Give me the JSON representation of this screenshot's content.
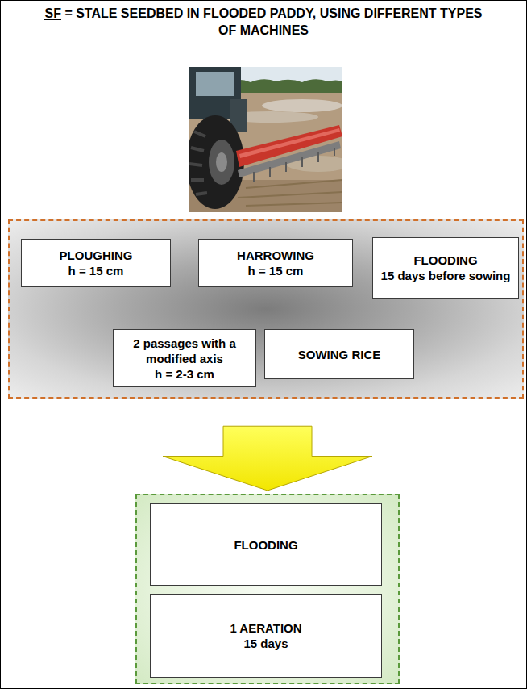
{
  "diagram": {
    "title": "SF = STALE SEEDBED IN FLOODED PADDY, USING DIFFERENT TYPES OF MACHINES",
    "nodes": [
      {
        "text": []
      },
      {
        "text": [
          "PLOUGHING",
          "h = 15 cm"
        ],
        "in": 0
      },
      {
        "text": [
          "HARROWING",
          "h = 15 cm"
        ],
        "in": 0
      },
      {
        "text": [
          "FLOODING",
          "15 days before sowing"
        ],
        "in": 0
      },
      {
        "text": [
          "2 passages with a modified axis",
          "h = 2-3 cm"
        ],
        "in": 0
      },
      {
        "text": [
          "SOWING RICE"
        ],
        "in": 0
      },
      {
        "text": []
      },
      {
        "text": [
          "FLOODING"
        ],
        "in": 6
      },
      {
        "text": [
          "1 AERATION",
          "15 days"
        ],
        "in": 6
      }
    ],
    "edges": [
      {
        "from": 0,
        "to": 6,
        "arrow": "to"
      }
    ]
  }
}
